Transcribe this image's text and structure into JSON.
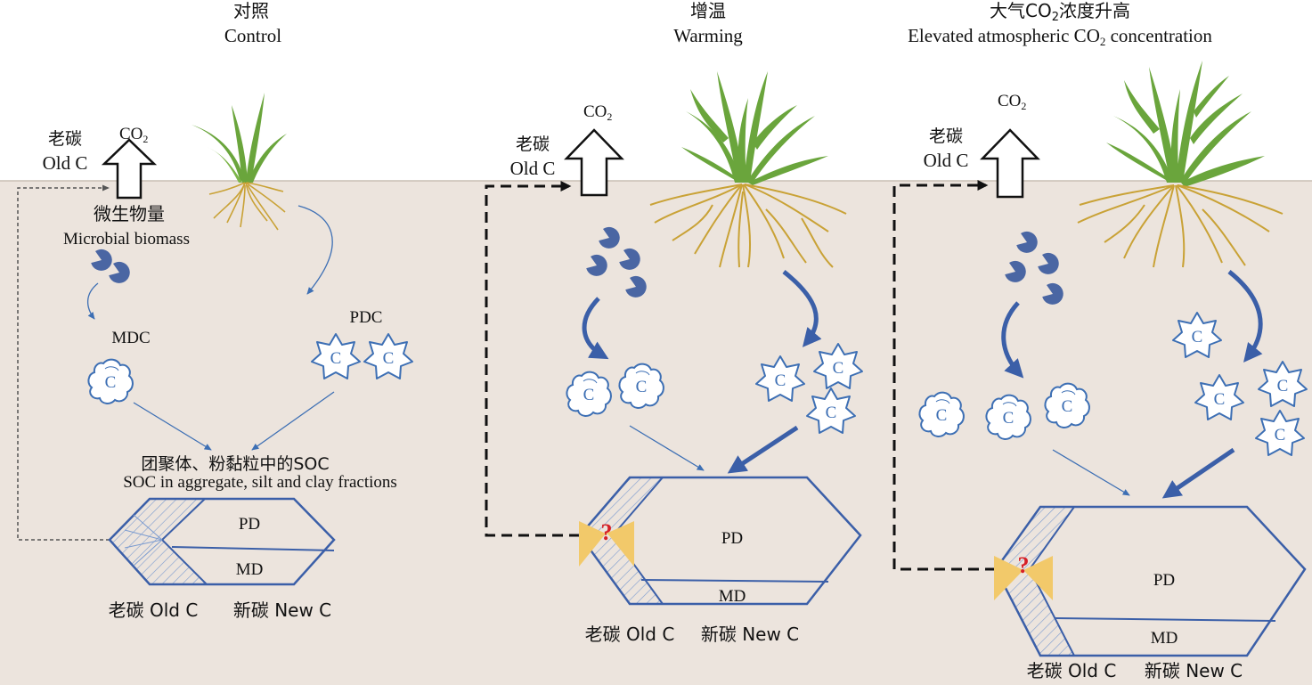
{
  "panels": [
    {
      "title_cn": "对照",
      "title_en": "Control",
      "co2_label": "CO",
      "co2_sub": "2",
      "old_c_cn": "老碳",
      "old_c_en": "Old C",
      "microbial_cn": "微生物量",
      "microbial_en": "Microbial biomass",
      "mdc": "MDC",
      "pdc": "PDC",
      "c_glyph": "C",
      "soc_cn": "团聚体、粉黏粒中的SOC",
      "soc_en": "SOC in aggregate, silt and clay fractions",
      "pd": "PD",
      "md": "MD",
      "bottom_old": "老碳 Old C",
      "bottom_new": "新碳 New C"
    },
    {
      "title_cn": "增温",
      "title_en": "Warming",
      "co2_label": "CO",
      "co2_sub": "2",
      "old_c_cn": "老碳",
      "old_c_en": "Old C",
      "c_glyph": "C",
      "question": "?",
      "pd": "PD",
      "md": "MD",
      "bottom_old": "老碳 Old C",
      "bottom_new": "新碳 New C"
    },
    {
      "title_cn_a": "大气CO",
      "title_cn_sub": "2",
      "title_cn_b": "浓度升高",
      "title_en_a": "Elevated atmospheric CO",
      "title_en_sub": "2",
      "title_en_b": " concentration",
      "co2_label": "CO",
      "co2_sub": "2",
      "old_c_cn": "老碳",
      "old_c_en": "Old C",
      "c_glyph": "C",
      "question": "?",
      "pd": "PD",
      "md": "MD",
      "bottom_old": "老碳 Old C",
      "bottom_new": "新碳 New C"
    }
  ],
  "colors": {
    "soil": "#ece4dd",
    "soil_line": "#c9bfb3",
    "blue": "#3d6fb4",
    "dark_blue": "#3b5998",
    "microbe": "#4a66a3",
    "leaf": "#6aa53c",
    "root": "#c9a236",
    "bowtie": "#f2c96a",
    "question": "#d62027"
  }
}
